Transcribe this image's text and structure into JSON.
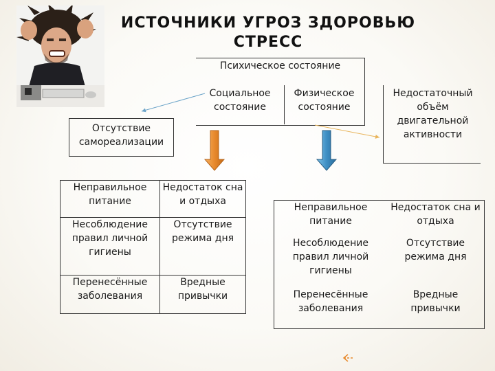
{
  "title": {
    "line1": "ИСТОЧНИКИ  УГРОЗ  ЗДОРОВЬЮ",
    "line2": "СТРЕСС"
  },
  "photo": {
    "icon": "stressed-man-at-computer"
  },
  "psychic": "Психическое состояние",
  "social": "Социальное состояние",
  "physical": "Физическое состояние",
  "lack_activity": "Недостаточный объём двигательной активности",
  "self_realization": "Отсутствие самореализации",
  "left_table": [
    [
      "Неправильное питание",
      "Недостаток сна и отдыха"
    ],
    [
      "Несоблюдение правил личной гигиены",
      "Отсутствие режима дня"
    ],
    [
      "Перенесённые заболевания",
      "Вредные привычки"
    ]
  ],
  "right_table": [
    [
      "Неправильное питание",
      "Недостаток сна и отдыха"
    ],
    [
      "Несоблюдение правил личной гигиены",
      "Отсутствие режима дня"
    ],
    [
      "Перенесённые заболевания",
      "Вредные привычки"
    ]
  ],
  "colors": {
    "arrow_orange": "#e8892c",
    "arrow_blue": "#3f8fc4",
    "connector_blue": "#6aa3c8",
    "connector_orange": "#e8b45a"
  }
}
